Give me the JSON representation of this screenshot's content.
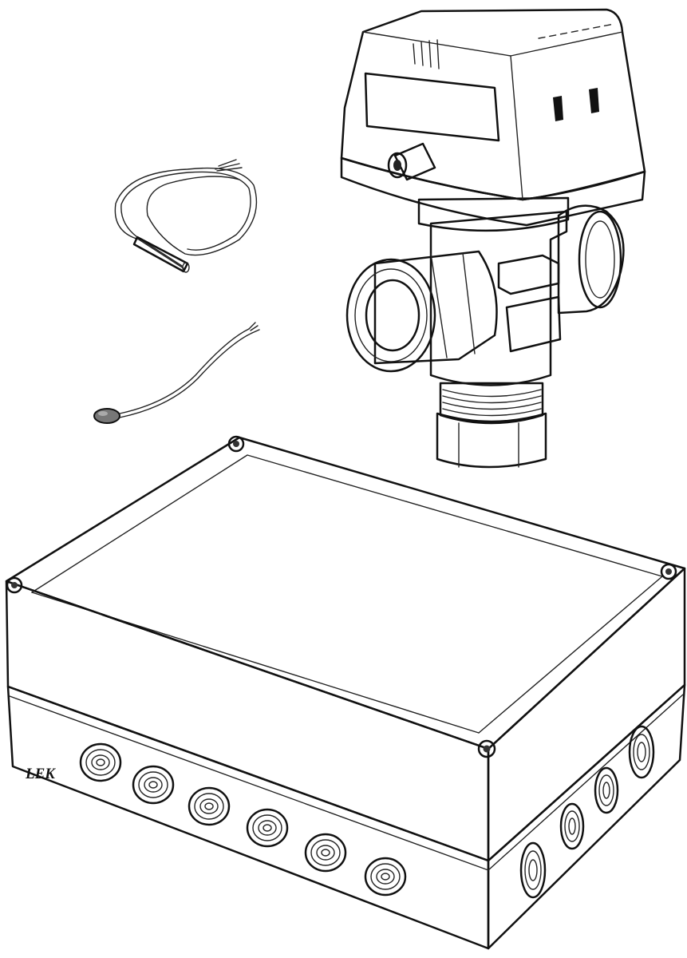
{
  "labels": {
    "lek_mark": "LEK"
  },
  "colors": {
    "actuator_top": "#c9c9c9",
    "actuator_base": "#6e6e6e",
    "pipe_bore": "#9a9a9a",
    "housing_fill": "#fbfbfb",
    "line": "#111111"
  },
  "components": [
    "actuator-motor",
    "three-way-valve",
    "temperature-sensor-long-cable",
    "temperature-sensor-bulb",
    "junction-box"
  ]
}
